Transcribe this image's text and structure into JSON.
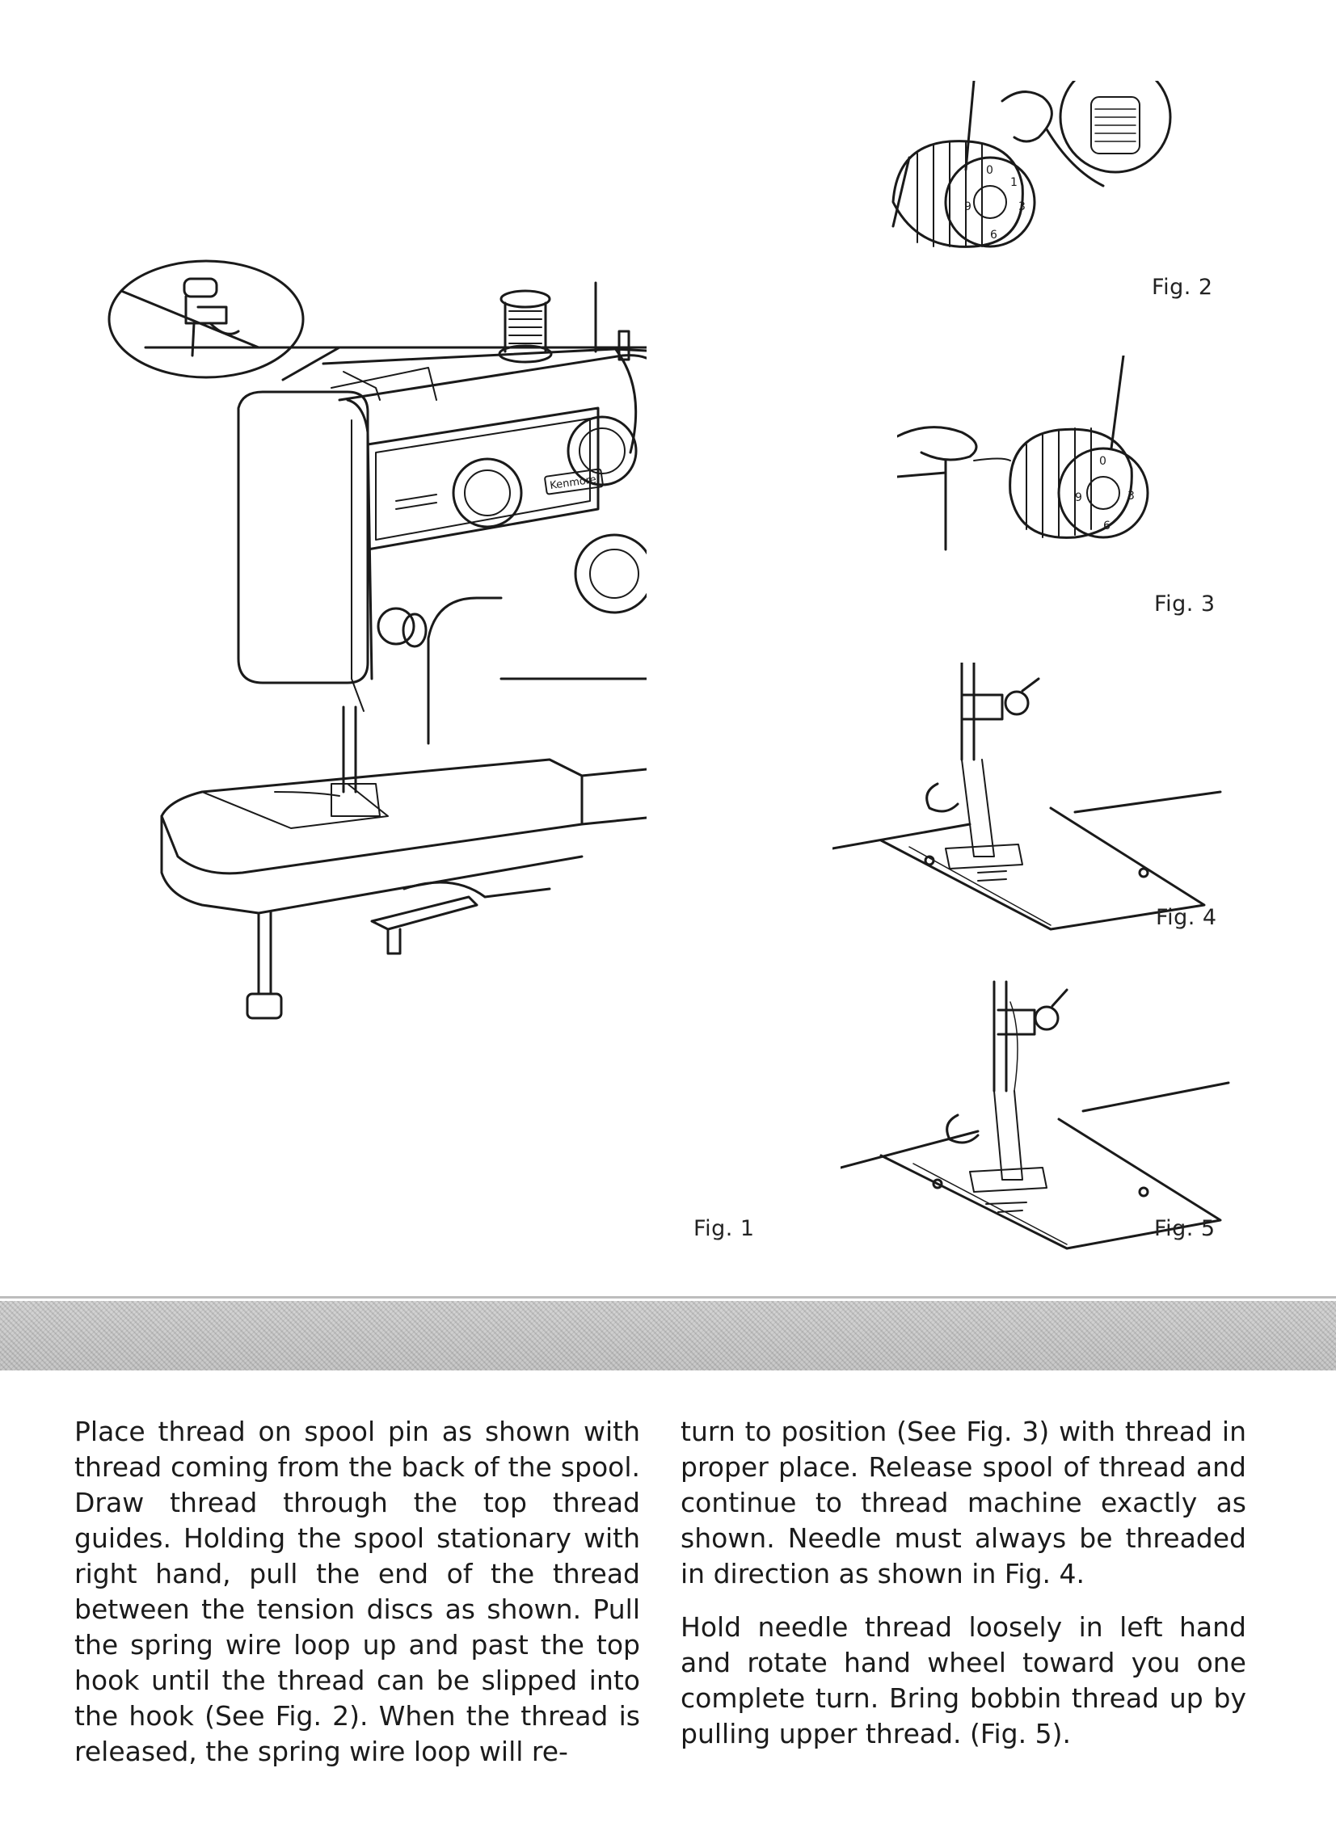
{
  "figures": {
    "fig1": "Fig. 1",
    "fig2": "Fig. 2",
    "fig3": "Fig. 3",
    "fig4": "Fig. 4",
    "fig5": "Fig. 5"
  },
  "machine_brand_label": "Kenmore",
  "text": {
    "left_column": "Place thread on spool pin as shown with thread coming from the back of the spool. Draw thread through the top thread guides. Holding the spool stationary with right hand, pull the end of the thread between the tension discs as shown. Pull the spring wire loop up and past the top hook until the thread can be slipped into the hook (See Fig. 2). When the thread is released, the spring wire loop will re-",
    "right_column_p1": "turn to position (See Fig. 3) with thread in proper place. Release spool of thread and continue to thread machine exactly as shown. Needle must always be threaded in direction as shown in Fig. 4.",
    "right_column_p2": "Hold needle thread loosely in left hand and rotate hand wheel toward you one complete turn. Bring bobbin thread up by pulling upper thread. (Fig. 5)."
  }
}
